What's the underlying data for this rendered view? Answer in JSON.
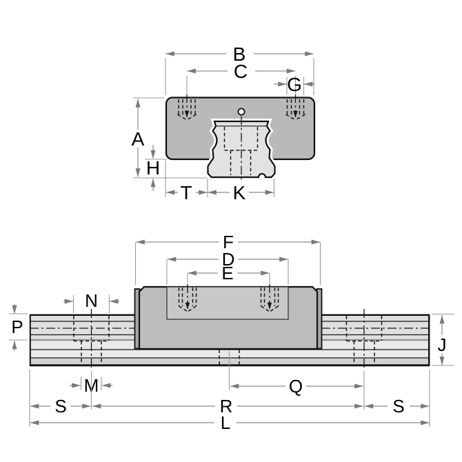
{
  "top_view": {
    "labels": {
      "A": "A",
      "B": "B",
      "C": "C",
      "G": "G",
      "H": "H",
      "T": "T",
      "K": "K"
    }
  },
  "bottom_view": {
    "labels": {
      "F": "F",
      "D": "D",
      "E": "E",
      "N": "N",
      "P": "P",
      "M": "M",
      "Q": "Q",
      "R": "R",
      "L": "L",
      "J": "J",
      "S_left": "S",
      "S_right": "S"
    }
  }
}
